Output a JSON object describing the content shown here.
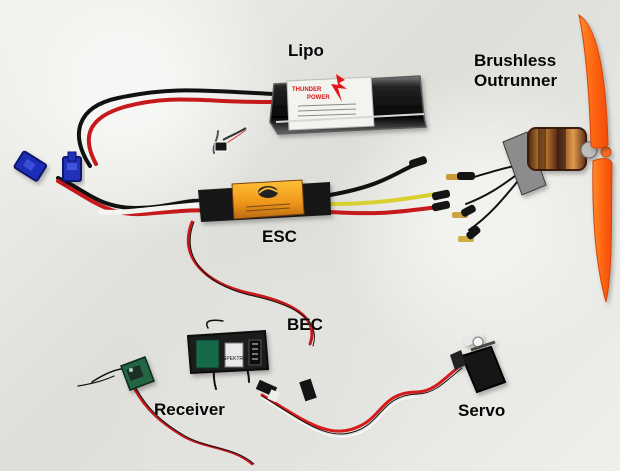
{
  "labels": {
    "lipo": "Lipo",
    "esc": "ESC",
    "bec": "BEC",
    "receiver": "Receiver",
    "servo": "Servo",
    "brushless_line_1": "Brushless",
    "brushless_line_2": "Outrunner"
  },
  "components": {
    "battery_brand_line_1": "THUNDER",
    "battery_brand_line_2": "POWER",
    "receiver_sticker": "SPEKTRUM"
  },
  "colors": {
    "background": "#ebebe8",
    "wire_red": "#c7191d",
    "wire_black": "#101010",
    "wire_yellow": "#d7cc2c",
    "connector_blue": "#2030b8",
    "esc_orange": "#f1a31e",
    "propeller_orange": "#ff6b12",
    "motor_copper": "#b96d25"
  }
}
